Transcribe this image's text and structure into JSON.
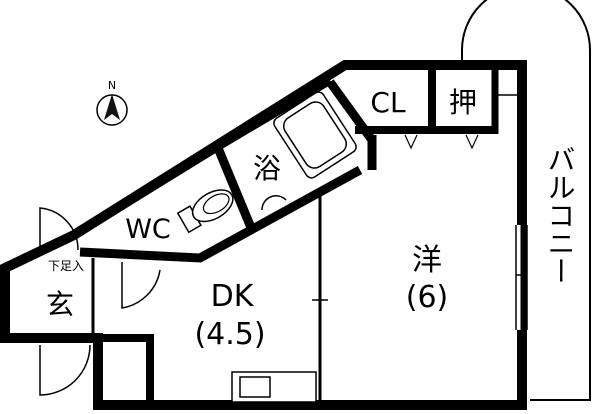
{
  "compass": {
    "north_label": "N"
  },
  "rooms": {
    "genkan": "玄",
    "genkan_note": "下足入",
    "wc": "WC",
    "bath": "浴",
    "closet": "CL",
    "oshiire": "押",
    "dk_name": "DK",
    "dk_size": "(4.5)",
    "western_name": "洋",
    "western_size": "(6)",
    "balcony": "バルコニー"
  }
}
